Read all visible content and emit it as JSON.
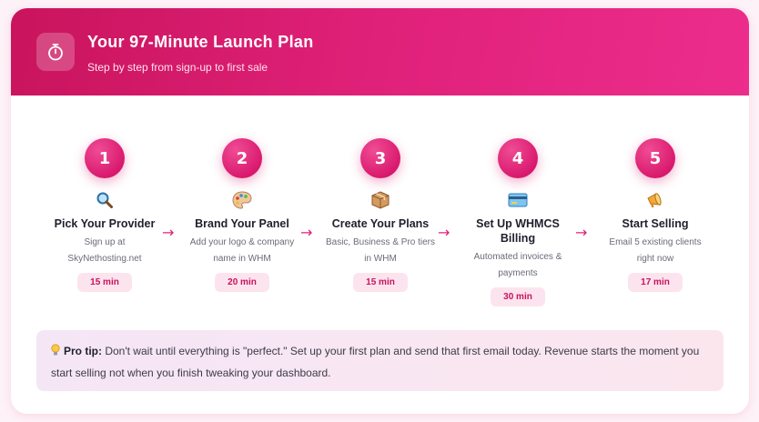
{
  "header": {
    "title": "Your 97-Minute Launch Plan",
    "subtitle": "Step by step from sign-up to first sale",
    "icon": "stopwatch-icon"
  },
  "steps": [
    {
      "number": "1",
      "icon": "magnifier-icon",
      "title": "Pick Your Provider",
      "desc_line1": "Sign up at",
      "desc_line2": "SkyNethosting.net",
      "time": "15 min"
    },
    {
      "number": "2",
      "icon": "palette-icon",
      "title": "Brand Your Panel",
      "desc_line1": "Add your logo & company",
      "desc_line2": "name in WHM",
      "time": "20 min"
    },
    {
      "number": "3",
      "icon": "package-icon",
      "title": "Create Your Plans",
      "desc_line1": "Basic, Business & Pro tiers",
      "desc_line2": "in WHM",
      "time": "15 min"
    },
    {
      "number": "4",
      "icon": "credit-card-icon",
      "title_line1": "Set Up WHMCS",
      "title_line2": "Billing",
      "desc_line1": "Automated invoices &",
      "desc_line2": "payments",
      "time": "30 min"
    },
    {
      "number": "5",
      "icon": "megaphone-icon",
      "title": "Start Selling",
      "desc_line1": "Email 5 existing clients",
      "desc_line2": "right now",
      "time": "17 min"
    }
  ],
  "arrow_symbol": "→",
  "tip": {
    "icon": "lightbulb-icon",
    "label": "Pro tip:",
    "text": " Don't wait until everything is \"perfect.\" Set up your first plan and send that first email today. Revenue starts the moment you start selling not when you finish tweaking your dashboard."
  },
  "colors": {
    "accent": "#e0217a",
    "header_start": "#c9145c",
    "header_end": "#ec2d8c",
    "badge_bg": "#fce4ee"
  }
}
